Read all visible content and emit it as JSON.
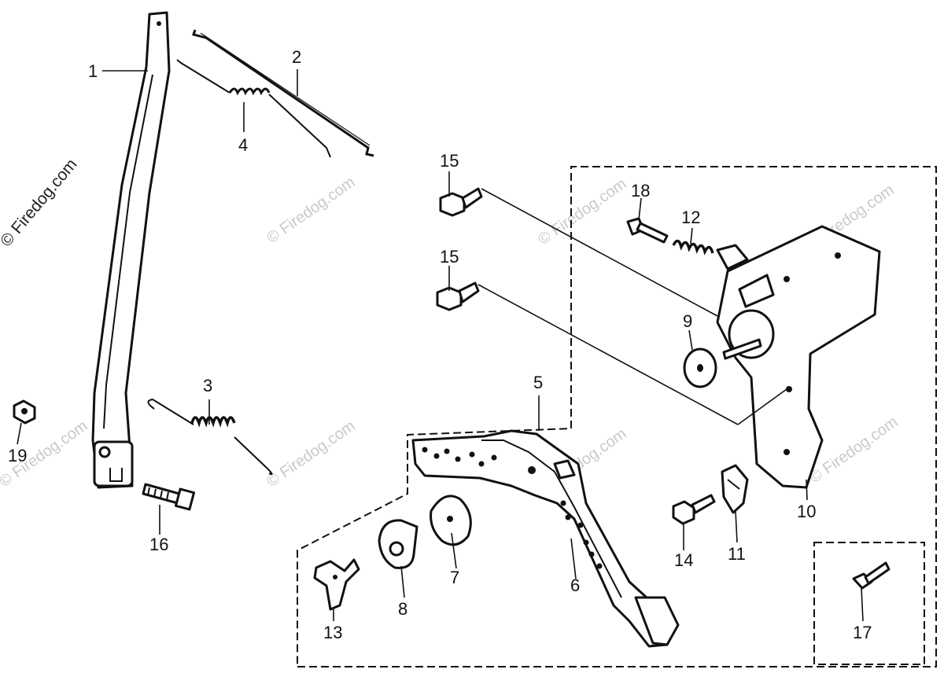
{
  "watermarks": [
    "© Firedog.com",
    "© Firedog.com",
    "© Firedog.com",
    "© Firedog.com",
    "© Firedog.com",
    "© Firedog.com",
    "© Firedog.com",
    "© Firedog.com"
  ],
  "callouts": [
    {
      "id": "1",
      "text": "1"
    },
    {
      "id": "2",
      "text": "2"
    },
    {
      "id": "3",
      "text": "3"
    },
    {
      "id": "4",
      "text": "4"
    },
    {
      "id": "5",
      "text": "5"
    },
    {
      "id": "6",
      "text": "6"
    },
    {
      "id": "7",
      "text": "7"
    },
    {
      "id": "8",
      "text": "8"
    },
    {
      "id": "9",
      "text": "9"
    },
    {
      "id": "10",
      "text": "10"
    },
    {
      "id": "11",
      "text": "11"
    },
    {
      "id": "12",
      "text": "12"
    },
    {
      "id": "13",
      "text": "13"
    },
    {
      "id": "14",
      "text": "14"
    },
    {
      "id": "15a",
      "text": "15"
    },
    {
      "id": "15b",
      "text": "15"
    },
    {
      "id": "16",
      "text": "16"
    },
    {
      "id": "17",
      "text": "17"
    },
    {
      "id": "18",
      "text": "18"
    },
    {
      "id": "19",
      "text": "19"
    }
  ],
  "colors": {
    "line": "#111111",
    "background": "#ffffff",
    "watermark": "#c9c9c9"
  }
}
